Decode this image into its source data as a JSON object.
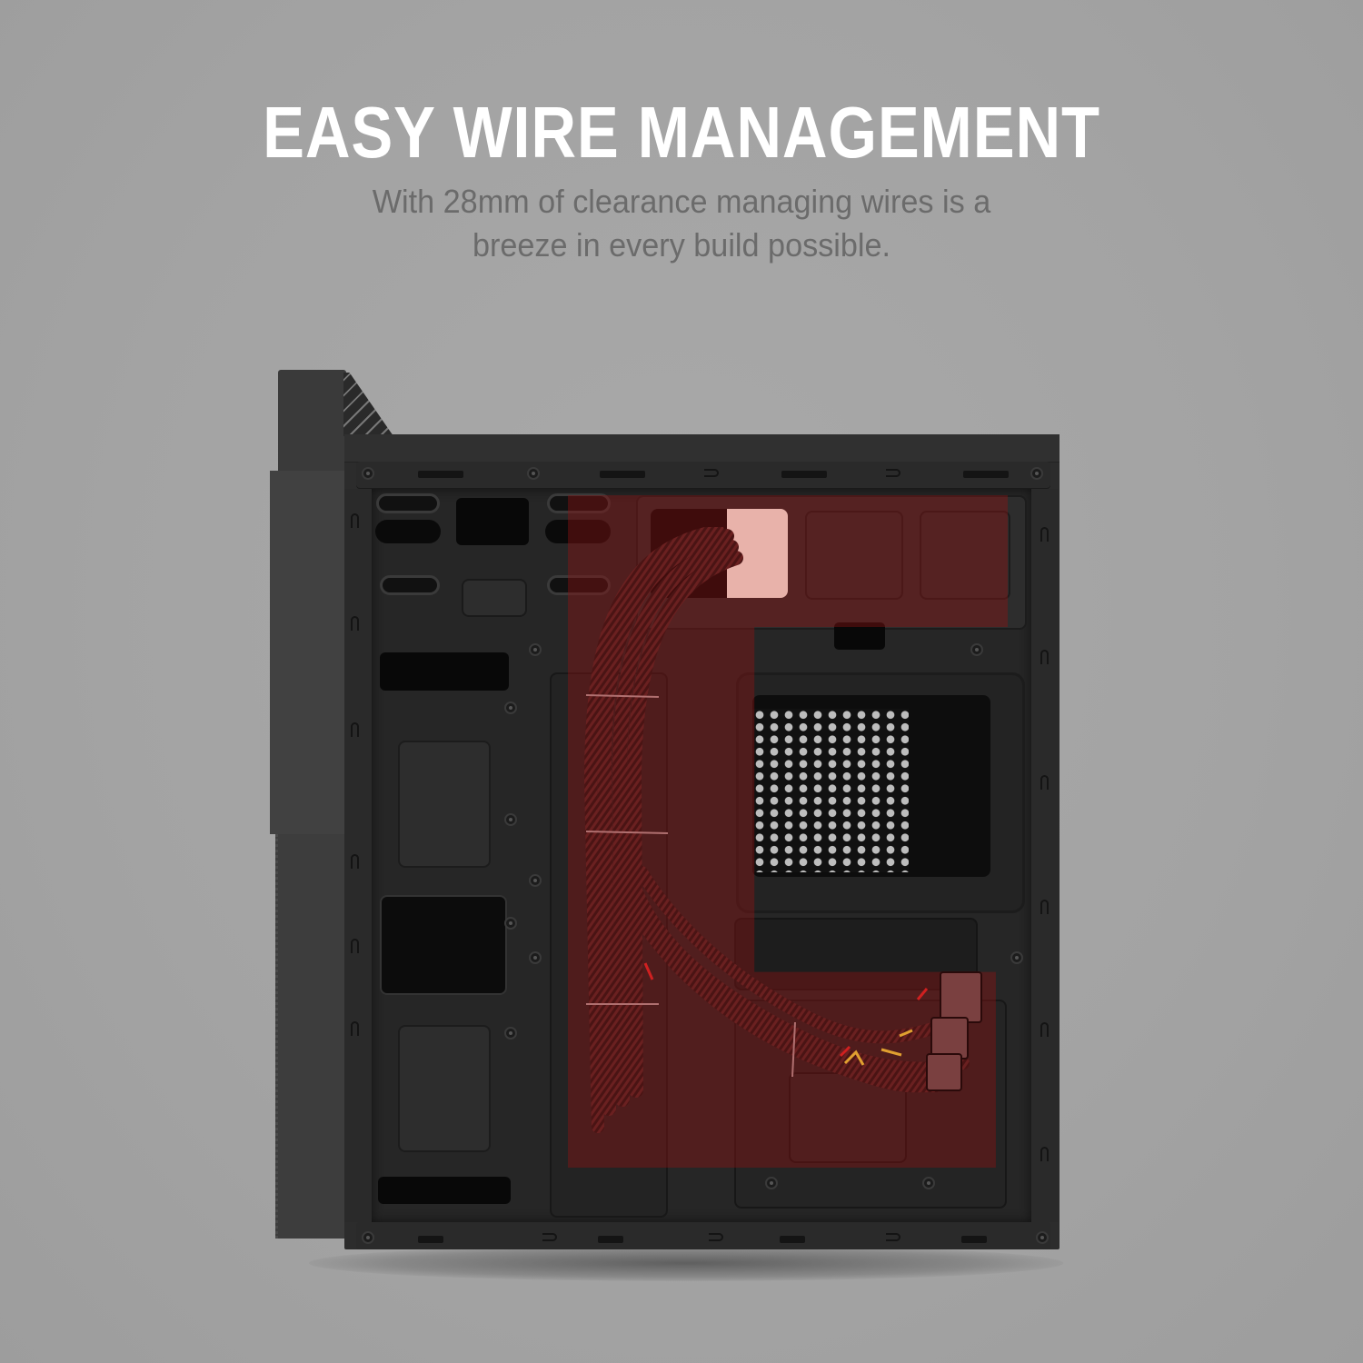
{
  "header": {
    "title": "EASY WIRE MANAGEMENT",
    "subtitle_line1": "With 28mm of clearance managing wires is a",
    "subtitle_line2": "breeze in every build possible."
  },
  "product_image": {
    "subject": "PC tower case, side panel removed, rear view of motherboard tray",
    "highlight_region": "cable management area behind motherboard tray",
    "highlight_color": "#8c1414",
    "cable_color": "#5a1a1a",
    "case_color": "#2c2c2c",
    "background_color": "#a6a6a6"
  },
  "colors": {
    "title": "#ffffff",
    "subtitle": "#6b6b6b"
  }
}
